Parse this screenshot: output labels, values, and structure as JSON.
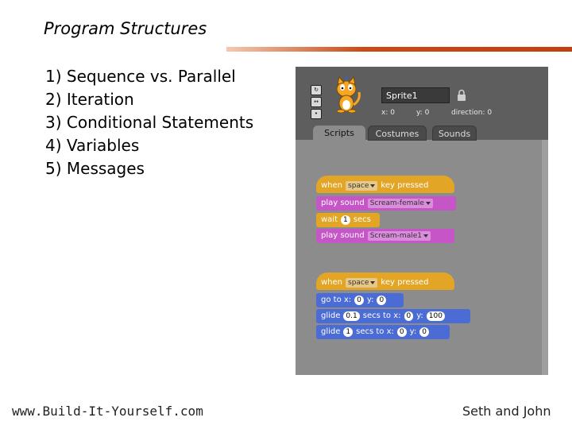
{
  "slide": {
    "title": "Program Structures",
    "outline": [
      "1) Sequence vs. Parallel",
      "2) Iteration",
      "3) Conditional Statements",
      "4) Variables",
      "5) Messages"
    ],
    "footer_left": "www.Build-It-Yourself.com",
    "footer_right": "Seth and John",
    "accent_color": "#c84a14"
  },
  "scratch": {
    "sprite_name": "Sprite1",
    "x_label": "x: 0",
    "y_label": "y: 0",
    "direction_label": "direction: 0",
    "tabs": {
      "scripts": "Scripts",
      "costumes": "Costumes",
      "sounds": "Sounds"
    },
    "script1": {
      "when": "when",
      "key": "space",
      "key_pressed": "key pressed",
      "play_sound": "play sound",
      "sound1": "Scream-female",
      "wait": "wait",
      "wait_value": "1",
      "secs": "secs",
      "sound2": "Scream-male1"
    },
    "script2": {
      "when": "when",
      "key": "space",
      "key_pressed": "key pressed",
      "go_to_x": "go to x:",
      "x1": "0",
      "y_label": "y:",
      "y1": "0",
      "glide": "glide",
      "glide1_secs": "0.1",
      "secs_to_x": "secs to x:",
      "glide1_x": "0",
      "glide1_y": "100",
      "glide2_secs": "1",
      "glide2_x": "0",
      "glide2_y": "0"
    },
    "colors": {
      "events": "#e2a526",
      "sound": "#c656c8",
      "motion": "#4a6cd4"
    }
  }
}
